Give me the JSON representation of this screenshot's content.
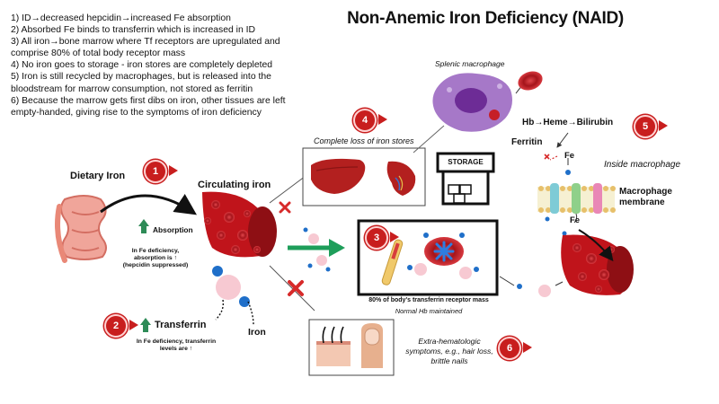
{
  "title": "Non-Anemic Iron Deficiency (NAID)",
  "notes": [
    "1) ID→decreased hepcidin→increased Fe absorption",
    "2) Absorbed Fe binds to transferrin which is increased in ID",
    "3) All iron→bone marrow where Tf receptors are upregulated and comprise 80% of total body receptor mass",
    "4) No iron goes to storage - iron stores are completely depleted",
    "5) Iron is still recycled by macrophages, but is released into the bloodstream for marrow consumption, not stored as ferritin",
    "6) Because the marrow gets first dibs on iron, other tissues are left empty-handed, giving rise to the symptoms of iron deficiency"
  ],
  "labels": {
    "dietary_iron": "Dietary Iron",
    "circulating_iron": "Circulating iron",
    "absorption": "Absorption",
    "absorption_note": "In Fe deficiency, absorption is ↑ (hepcidin suppressed)",
    "transferrin": "Transferrin",
    "transferrin_note": "In Fe deficiency, transferrin levels are ↑",
    "iron": "Iron",
    "complete_loss": "Complete loss of iron stores",
    "storage": "STORAGE",
    "splenic_macrophage": "Splenic macrophage",
    "hb_chain": "Hb→Heme→Bilirubin",
    "ferritin": "Ferritin",
    "fe_top": "Fe",
    "fe_bottom": "Fe",
    "inside_macrophage": "Inside macrophage",
    "macrophage_membrane": "Macrophage membrane",
    "receptor_mass": "80% of body's transferrin receptor mass",
    "normal_hb": "Normal Hb maintained",
    "extra_hematologic": "Extra-hematologic symptoms, e.g., hair loss, brittle nails"
  },
  "badges": [
    "1",
    "2",
    "3",
    "4",
    "5",
    "6"
  ],
  "colors": {
    "badge_red": "#c81e1e",
    "arrow_green": "#1e9e5a",
    "up_arrow_green": "#2e8b57",
    "blood_red": "#b3161b",
    "transferrin_pink": "#f7c9d2",
    "iron_blue": "#1f6fc9",
    "macrophage_purple": "#a678c8"
  },
  "icons": [
    "intestine-icon",
    "blood-vessel-icon",
    "liver-icon",
    "spleen-icon",
    "storage-building-icon",
    "macrophage-icon",
    "red-blood-cell-icon",
    "bone-marrow-icon",
    "membrane-icon",
    "hair-follicle-icon",
    "fingernail-icon",
    "blocked-x-icon"
  ]
}
